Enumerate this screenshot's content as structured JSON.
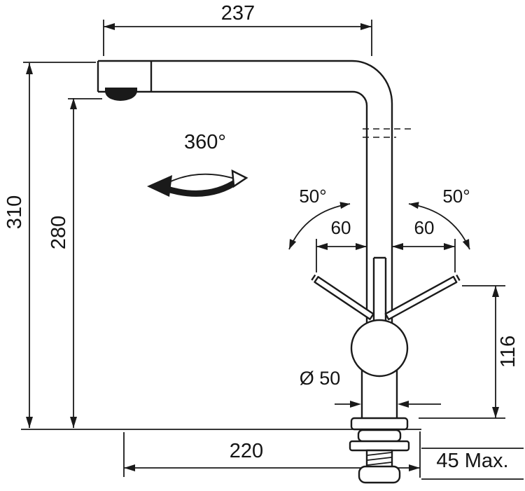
{
  "diagram": {
    "type": "technical-drawing",
    "subject": "kitchen mixer tap dimensional drawing",
    "colors": {
      "line": "#1a1a1a",
      "background": "#ffffff"
    },
    "labels": {
      "top_width": "237",
      "overall_height": "310",
      "spout_height": "280",
      "swivel_range": "360°",
      "handle_angle_left": "50°",
      "handle_angle_right": "50°",
      "handle_span_left": "60",
      "handle_span_right": "60",
      "handle_height": "116",
      "base_diameter": "Ø 50",
      "base_reach": "220",
      "deck_thickness_max": "45 Max."
    }
  }
}
